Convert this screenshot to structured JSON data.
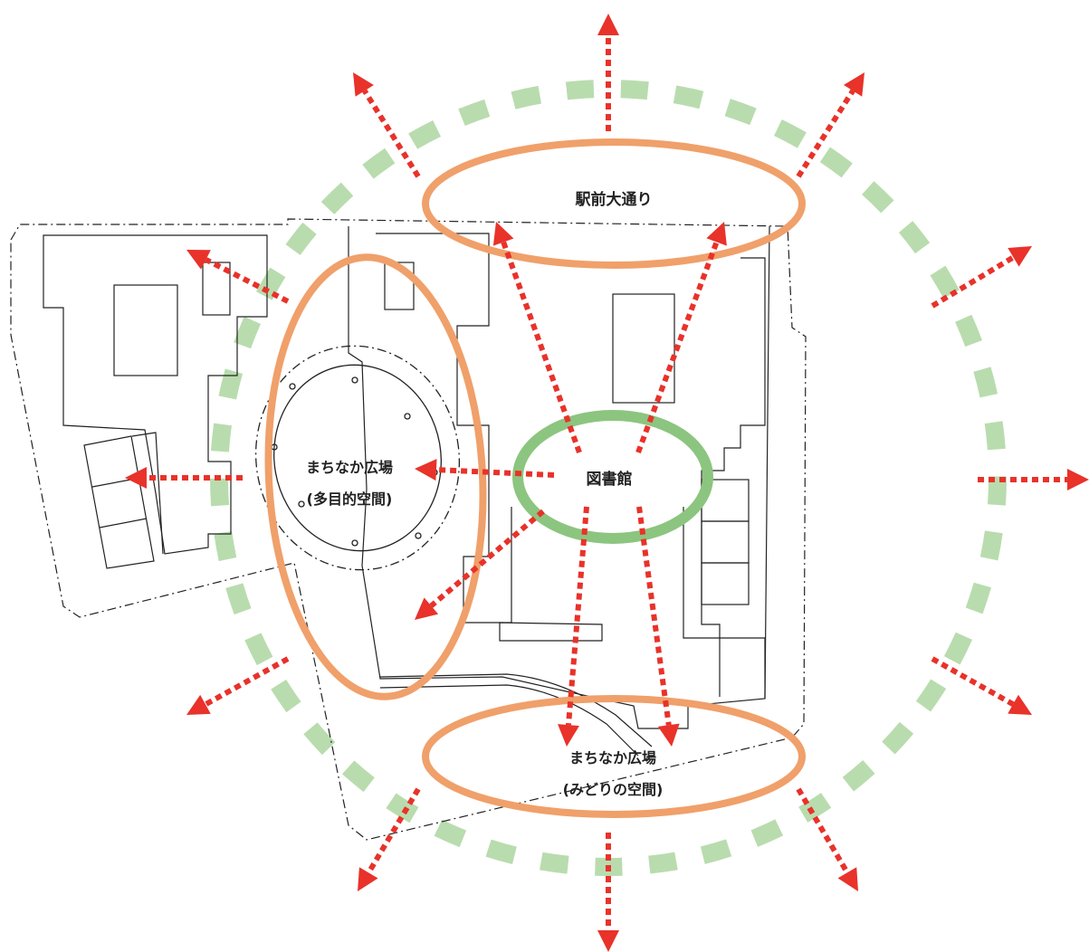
{
  "labels": {
    "station_avenue": "駅前大通り",
    "library": "図書館",
    "plaza_multi_1": "まちなか広場",
    "plaza_multi_2": "(多目的空間)",
    "plaza_green_1": "まちなか広場",
    "plaza_green_2": "(みどりの空間)"
  },
  "colors": {
    "arrow": "#e8322a",
    "orange_zone": "#f0a06a",
    "library_ring": "#8cc57f",
    "outer_ring": "#b9dcae",
    "line": "#222222"
  }
}
